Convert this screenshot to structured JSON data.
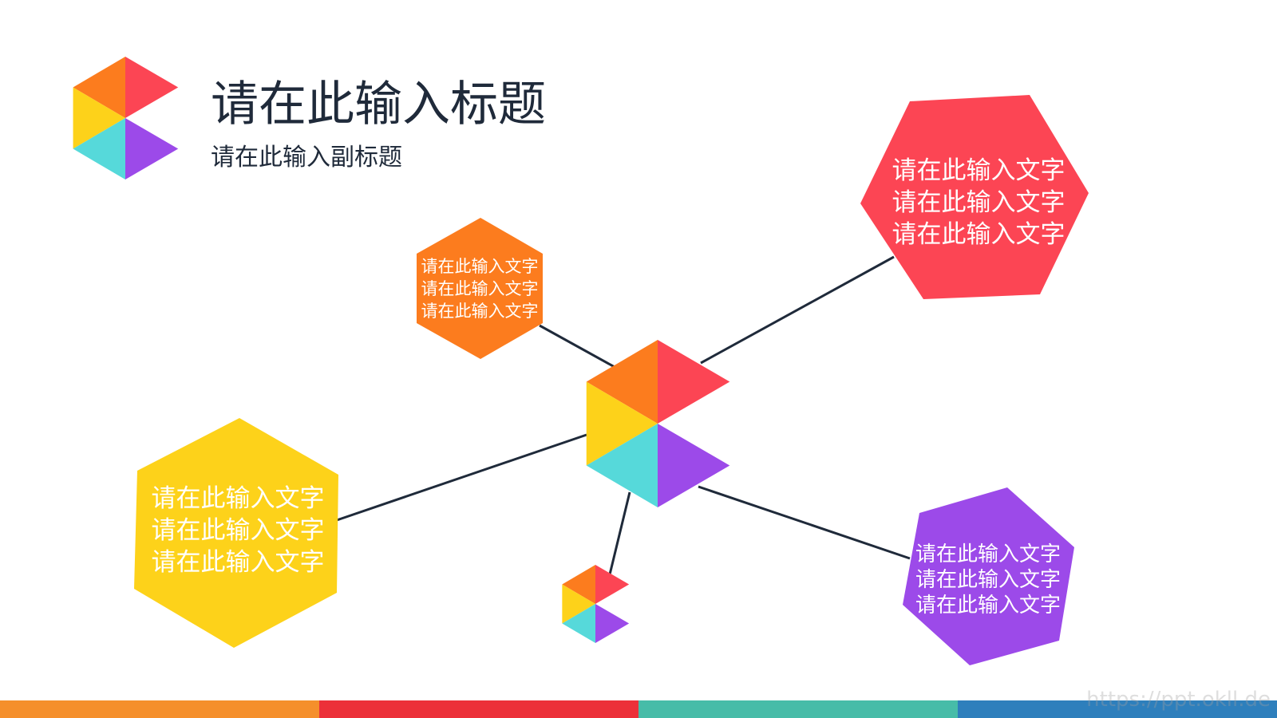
{
  "title": "请在此输入标题",
  "subtitle": "请在此输入副标题",
  "colors": {
    "orange": "#fc7c1e",
    "red": "#fc4554",
    "yellow": "#fdd21a",
    "cyan": "#56d9da",
    "purple": "#9c4ae9",
    "line": "#1f2a3a",
    "bar_orange": "#f58f2b",
    "bar_red": "#ec3039",
    "bar_teal": "#47bca8",
    "bar_blue": "#2e7fbc"
  },
  "nodes": {
    "orange": [
      "请在此输入文字",
      "请在此输入文字",
      "请在此输入文字"
    ],
    "red": [
      "请在此输入文字",
      "请在此输入文字",
      "请在此输入文字"
    ],
    "yellow": [
      "请在此输入文字",
      "请在此输入文字",
      "请在此输入文字"
    ],
    "purple": [
      "请在此输入文字",
      "请在此输入文字",
      "请在此输入文字"
    ]
  },
  "watermark": "https://ppt.okll.de"
}
